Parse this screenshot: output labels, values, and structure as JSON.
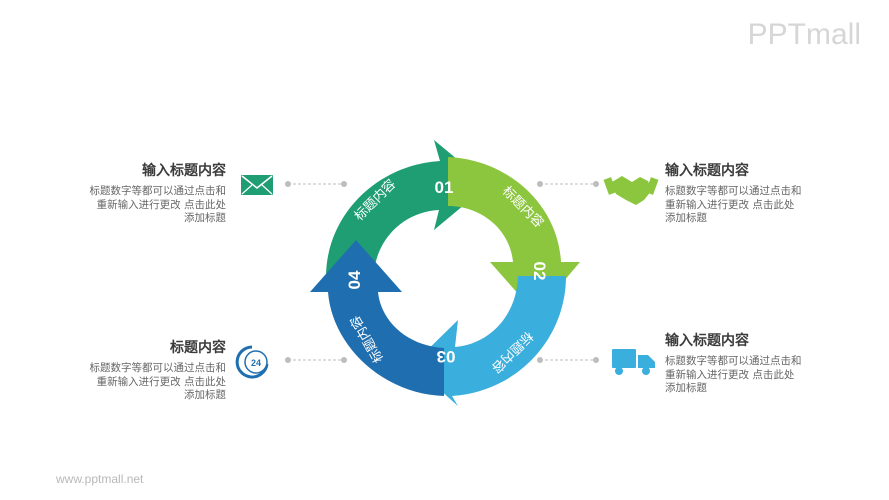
{
  "brand": {
    "logo_text": "PPTmall",
    "url": "www.pptmall.net"
  },
  "colors": {
    "green_dark": "#1e9e72",
    "green_light": "#8cc63f",
    "blue_light": "#3aaedc",
    "blue_dark": "#1f6fb0",
    "connector": "#bdbdbd"
  },
  "cycle": {
    "segments": [
      {
        "number": "01",
        "label": "标题内容"
      },
      {
        "number": "02",
        "label": "标题内容"
      },
      {
        "number": "03",
        "label": "标题内容"
      },
      {
        "number": "04",
        "label": "标题内容"
      }
    ]
  },
  "items": {
    "top_left": {
      "title": "输入标题内容",
      "desc": "标题数字等都可以通过点击和\n重新输入进行更改 点击此处\n添加标题",
      "icon": "envelope-icon"
    },
    "top_right": {
      "title": "输入标题内容",
      "desc": "标题数字等都可以通过点击和\n重新输入进行更改 点击此处\n添加标题",
      "icon": "handshake-icon"
    },
    "bottom_left": {
      "title": "标题内容",
      "desc": "标题数字等都可以通过点击和\n重新输入进行更改 点击此处\n添加标题",
      "icon": "phone-24h-icon",
      "icon_text": "24"
    },
    "bottom_right": {
      "title": "输入标题内容",
      "desc": "标题数字等都可以通过点击和\n重新输入进行更改 点击此处\n添加标题",
      "icon": "truck-icon"
    }
  }
}
